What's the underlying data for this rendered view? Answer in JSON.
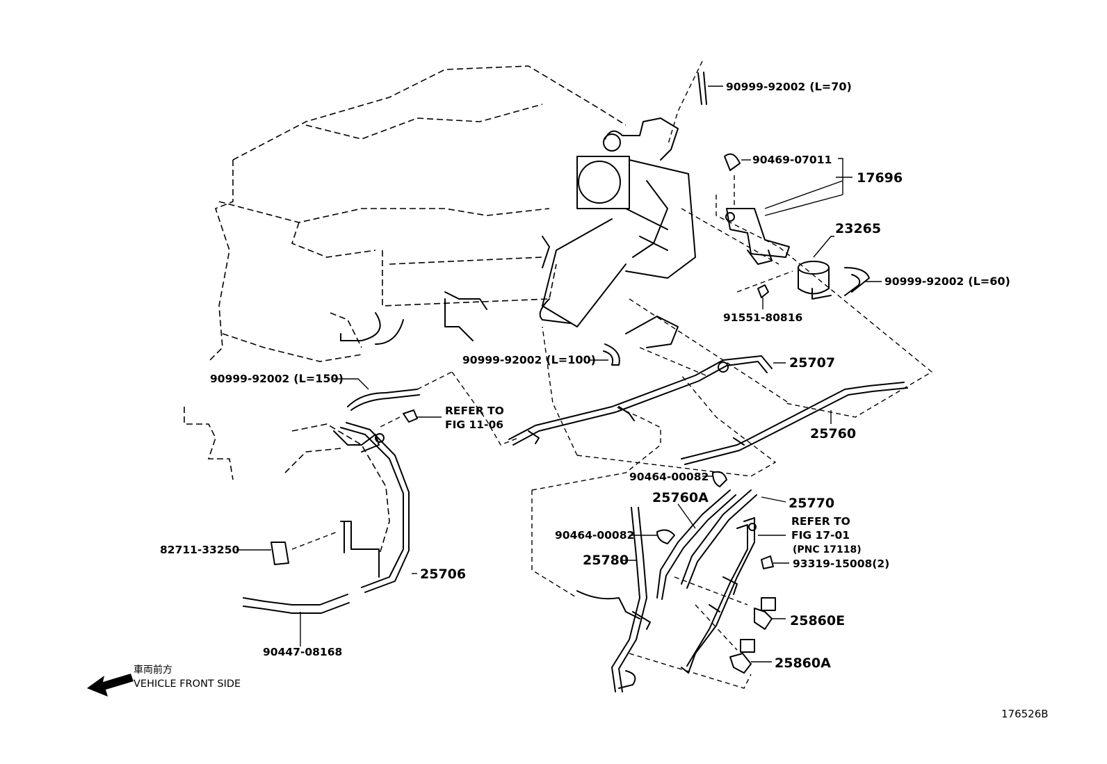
{
  "diagram_id": "176526B",
  "orientation": {
    "label_jp": "車両前方",
    "label_en": "VEHICLE FRONT SIDE",
    "arrow_icon": "arrow-left-front-icon"
  },
  "callouts": {
    "hose_l70": {
      "part": "90999-92002",
      "qty": "(L=70)"
    },
    "clip_90469": "90469-07011",
    "assy_17696": "17696",
    "valve_23265": "23265",
    "hose_l60": {
      "part": "90999-92002",
      "qty": "(L=60)"
    },
    "bolt_91551": "91551-80816",
    "hose_l100": {
      "part": "90999-92002",
      "qty": "(L=100)"
    },
    "pipe_25707": "25707",
    "hose_l150": {
      "part": "90999-92002",
      "qty": "(L=150)"
    },
    "refer_11_06": {
      "line1": "REFER TO",
      "line2": "FIG 11-06"
    },
    "pipe_25760": "25760",
    "clip_90464_a": "90464-00082",
    "pipe_25760a": "25760A",
    "pipe_25770": "25770",
    "refer_17_01": {
      "line1": "REFER TO",
      "line2": "FIG 17-01",
      "line3": "(PNC 17118)"
    },
    "clip_90464_b": "90464-00082",
    "bolt_93319": "93319-15008(2)",
    "hose_25780": "25780",
    "clamp_82711": "82711-33250",
    "pipe_25706": "25706",
    "sensor_25860e": "25860E",
    "sensor_25860a": "25860A",
    "hose_90447": "90447-08168"
  }
}
